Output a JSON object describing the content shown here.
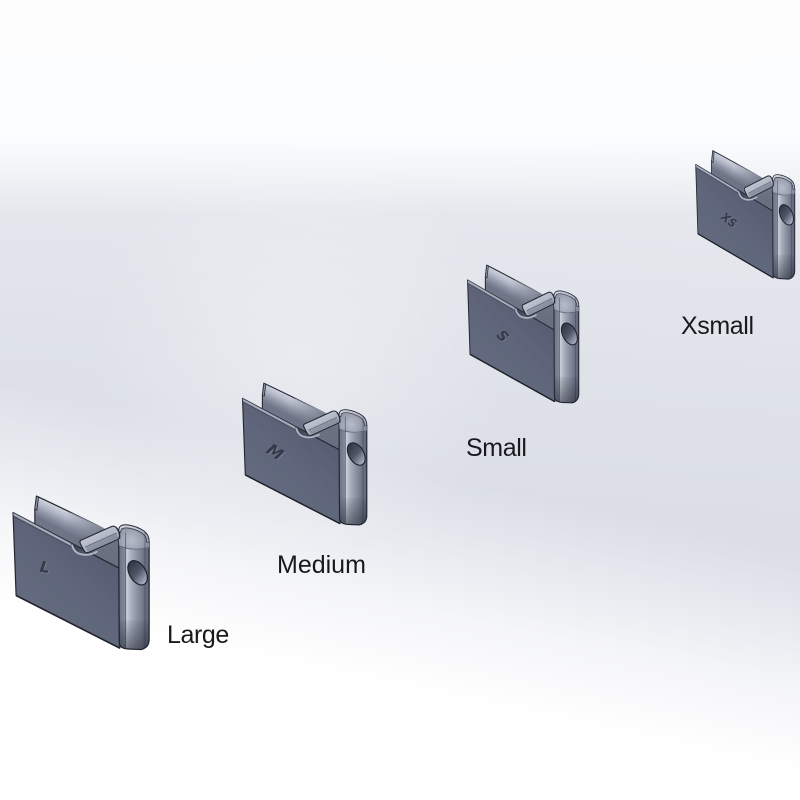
{
  "scene": {
    "type": "cad-3d-render",
    "background_colors": {
      "top": "#f1f2f6",
      "middle": "#dcdfe8",
      "bottom": "#ffffff"
    },
    "part_colors": {
      "face": "#5f657a",
      "highlight": "#c9cdd9",
      "edge_outline": "#20242f",
      "hole_dark": "#303542"
    },
    "label_color": "#17191d",
    "parts": [
      {
        "id": "large",
        "label": "Large",
        "embossed_letter": "L"
      },
      {
        "id": "medium",
        "label": "Medium",
        "embossed_letter": "M"
      },
      {
        "id": "small",
        "label": "Small",
        "embossed_letter": "S"
      },
      {
        "id": "xsmall",
        "label": "Xsmall",
        "embossed_letter": "XS"
      }
    ]
  }
}
